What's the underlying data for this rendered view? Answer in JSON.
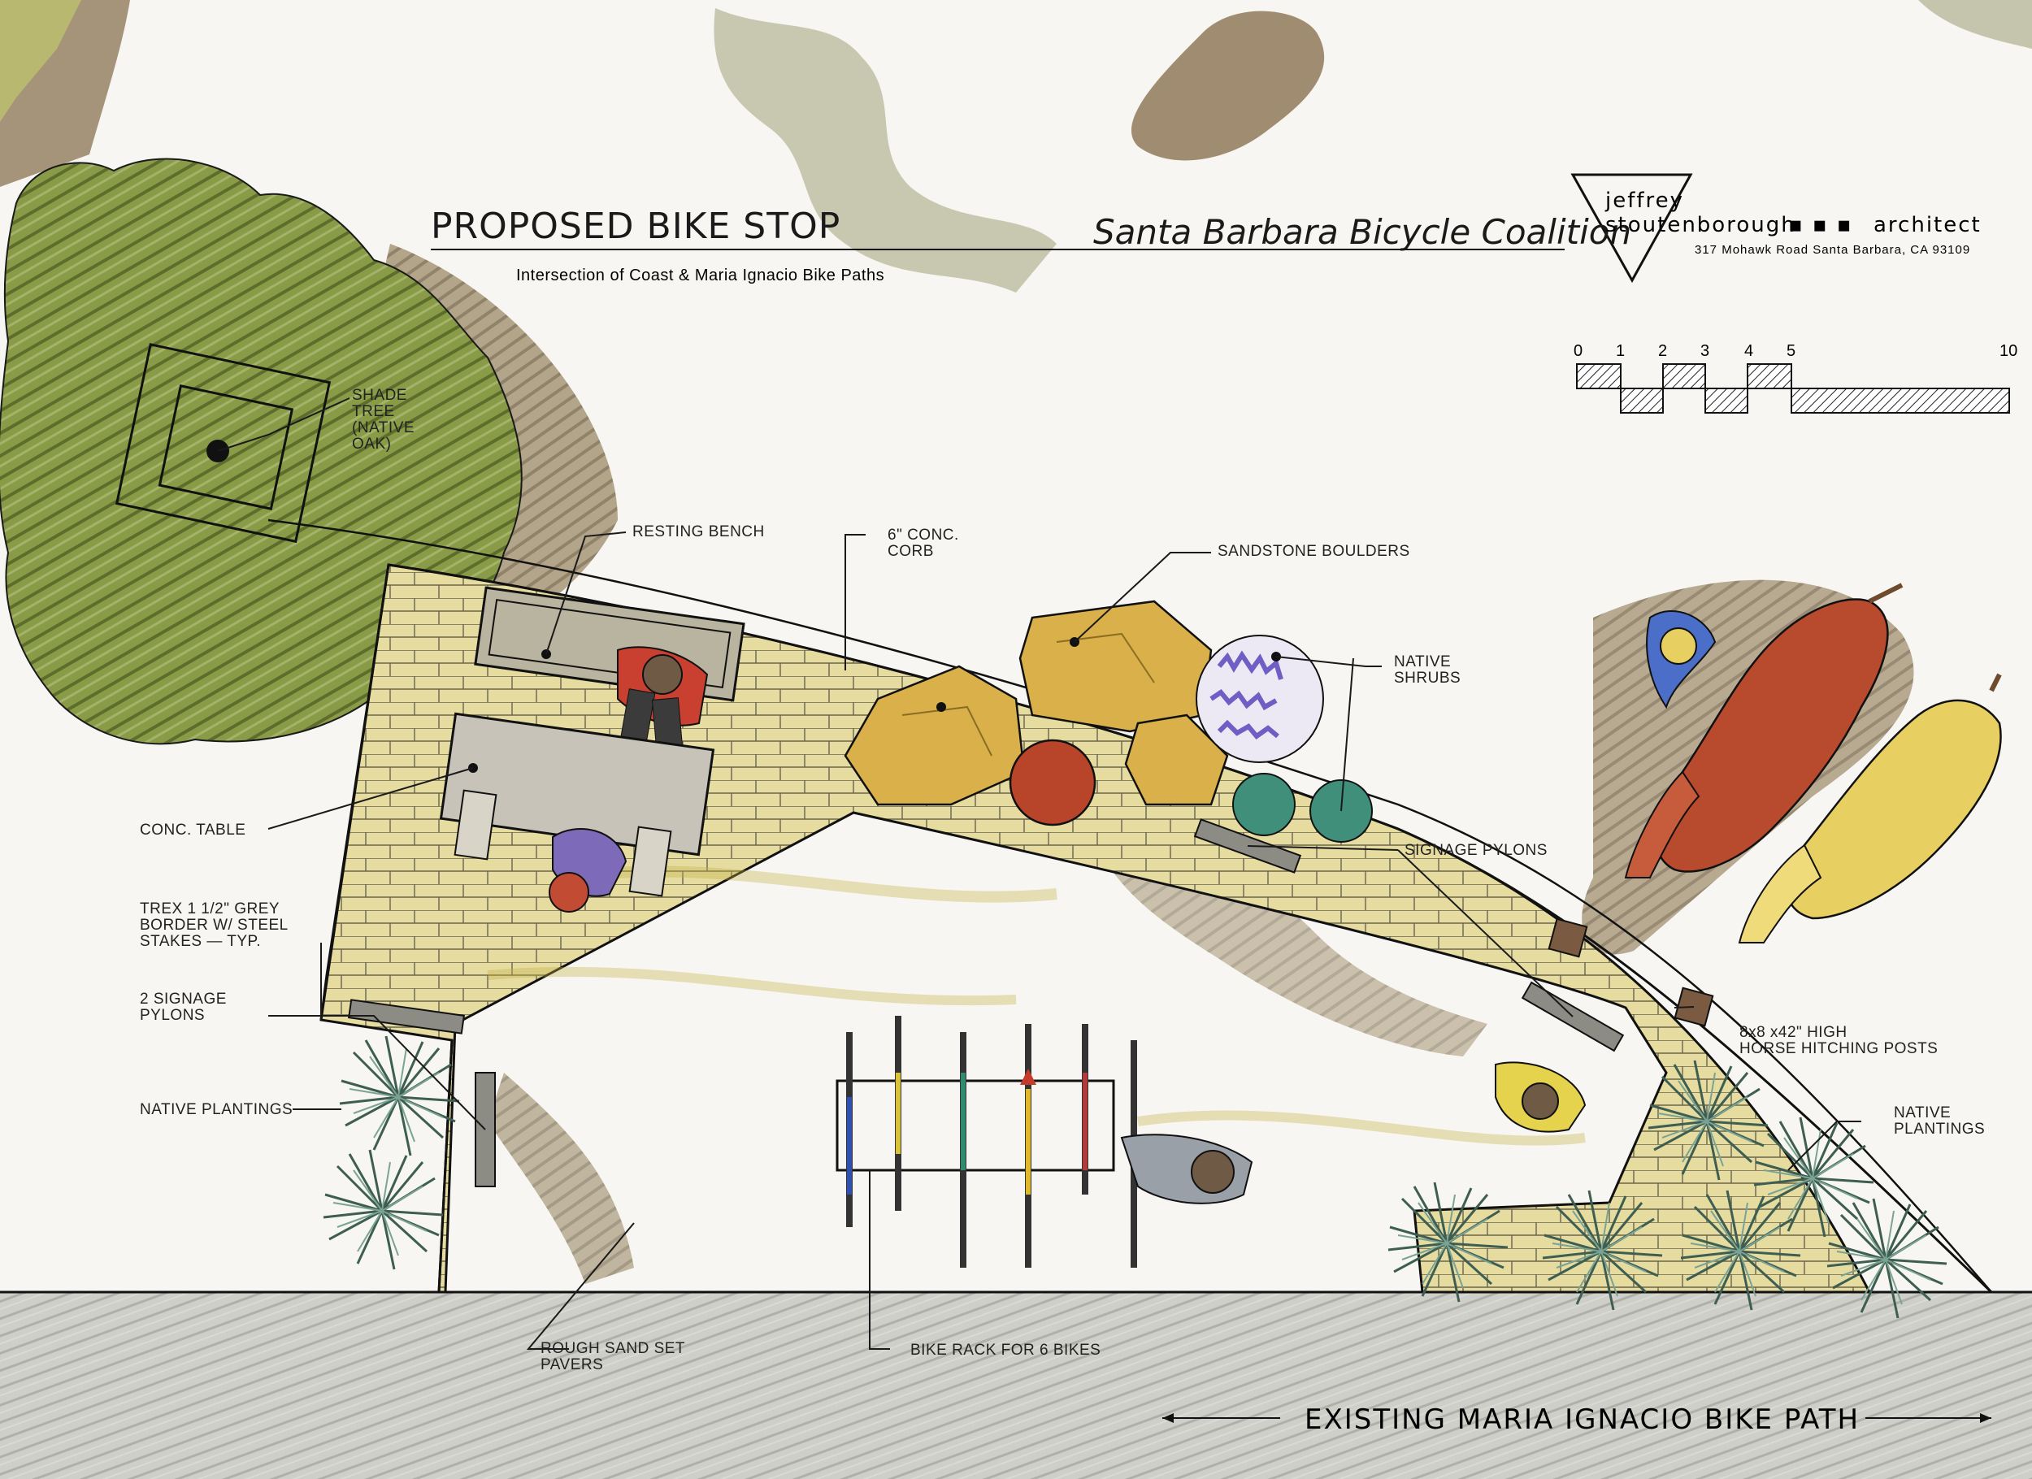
{
  "title": "PROPOSED BIKE STOP",
  "organization": "Santa Barbara Bicycle Coalition",
  "subtitle": "Intersection of Coast & Maria Ignacio Bike Paths",
  "architect": {
    "name_line1": "jeffrey",
    "name_line2": "stoutenborough",
    "separator": "▪ ▪ ▪",
    "role": "architect",
    "address": "317 Mohawk Road  Santa Barbara, CA  93109"
  },
  "scale_bar": {
    "ticks": [
      "0",
      "1",
      "2",
      "3",
      "4",
      "5",
      "10"
    ]
  },
  "labels": {
    "shade_tree": [
      "SHADE",
      "TREE",
      "(NATIVE",
      "OAK)"
    ],
    "resting_bench": "RESTING BENCH",
    "curb": [
      "6\" CONC.",
      "CORB"
    ],
    "sandstone_boulders": "SANDSTONE BOULDERS",
    "native_shrubs": [
      "NATIVE",
      "SHRUBS"
    ],
    "signage_pylons": "SIGNAGE PYLONS",
    "conc_table": "CONC. TABLE",
    "trex_border": [
      "TREX 1 1/2\" GREY",
      "BORDER W/ STEEL",
      "STAKES — TYP."
    ],
    "two_signage_pylons": [
      "2 SIGNAGE",
      "PYLONS"
    ],
    "native_plantings_left": "NATIVE PLANTINGS",
    "horse_posts": [
      "8x8 x42\" HIGH",
      "HORSE HITCHING POSTS"
    ],
    "native_plantings_right": [
      "NATIVE",
      "PLANTINGS"
    ],
    "pavers": [
      "ROUGH SAND SET",
      "PAVERS"
    ],
    "bike_rack": "BIKE RACK FOR 6 BIKES",
    "existing_path": "EXISTING MARIA IGNACIO BIKE PATH"
  },
  "colors": {
    "tree_green": "#7d8f3e",
    "paver_yellow": "#e6dca0",
    "path_grey": "#c9c9c3",
    "boulder_yellow": "#d9b04a",
    "shadow_brown": "#8a7350",
    "shrub_purple": "#6f5fc4",
    "horse_red": "#b84a2e",
    "horse_yellow": "#e8cf62",
    "teal": "#3f8f7a"
  },
  "icons": [
    "tree-icon",
    "boulder-icon",
    "shrub-icon",
    "person-icon",
    "bicycle-icon",
    "horse-icon",
    "agave-icon",
    "pylon-icon"
  ]
}
